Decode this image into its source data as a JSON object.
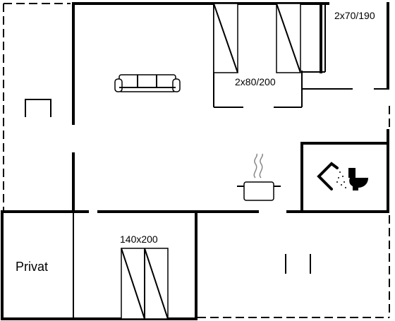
{
  "labels": {
    "bed_top_right": "2x70/190",
    "bed_top_mid": "2x80/200",
    "bed_bottom": "140x200",
    "private_area": "Privat"
  },
  "icons": [
    "sofa-icon",
    "chair-icon",
    "cooking-pot-icon",
    "shower-icon",
    "toilet-icon"
  ]
}
